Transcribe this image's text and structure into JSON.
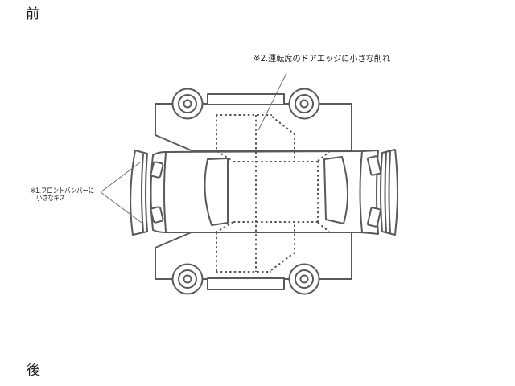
{
  "labels": {
    "front": "前",
    "rear": "後"
  },
  "annotations": {
    "note2": {
      "text": "※2.運転席のドアエッジに小さな削れ"
    },
    "note1": {
      "line1": "※1.フロントバンパーに",
      "line2": "小さなキズ"
    }
  },
  "diagram": {
    "outline_color": "#58595b",
    "leader_color": "#707070",
    "text_color": "#1a1a1a",
    "background_color": "#ffffff"
  }
}
